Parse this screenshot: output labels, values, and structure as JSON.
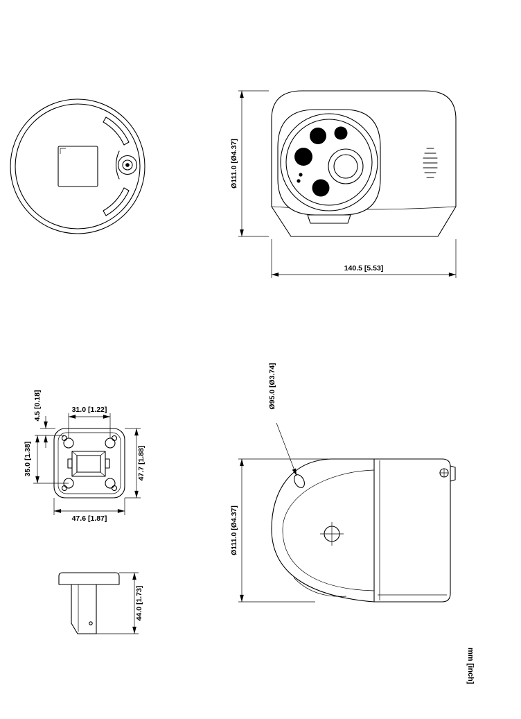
{
  "page": {
    "background": "#ffffff",
    "ink": "#000000"
  },
  "footer": {
    "units_label": "mm [inch]"
  },
  "views": {
    "front": {
      "dia_height": "Ø111.0 [Ø4.37]",
      "width": "140.5 [5.53]"
    },
    "side": {
      "dia_height": "Ø111.0 [Ø4.37]",
      "dia_head": "Ø95.0 [Ø3.74]"
    },
    "bracket_top": {
      "hole_pitch_x": "31.0 [1.22]",
      "edge_offset": "4.5 [0.18]",
      "hole_pitch_y": "35.0 [1.38]",
      "depth": "47.7 [1.88]",
      "width": "47.6 [1.87]"
    },
    "bracket_side": {
      "height": "44.0 [1.73]"
    }
  }
}
